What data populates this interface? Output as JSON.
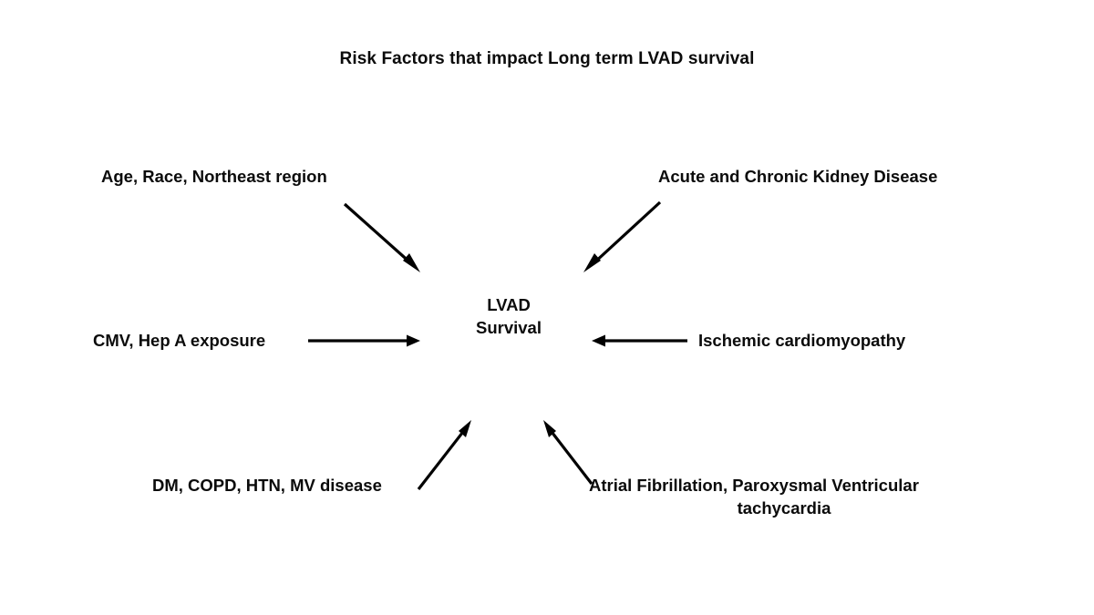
{
  "diagram": {
    "title": "Risk Factors that impact Long term LVAD survival",
    "center_node": {
      "line1": "LVAD",
      "line2": "Survival"
    },
    "factors": [
      {
        "id": "age-race",
        "label": "Age, Race, Northeast region",
        "position": "top-left"
      },
      {
        "id": "kidney",
        "label": "Acute and Chronic Kidney Disease",
        "position": "top-right"
      },
      {
        "id": "cmv",
        "label": "CMV, Hep A exposure",
        "position": "mid-left"
      },
      {
        "id": "ischemic",
        "label": "Ischemic cardiomyopathy",
        "position": "mid-right"
      },
      {
        "id": "dm",
        "label": "DM, COPD, HTN, MV disease",
        "position": "bottom-left"
      },
      {
        "id": "afib-line1",
        "label": "Atrial Fibrillation, Paroxysmal Ventricular",
        "position": "bottom-right"
      },
      {
        "id": "afib-line2",
        "label": "tachycardia",
        "position": "bottom-right"
      }
    ],
    "arrows": [
      {
        "id": "arrow-top-left",
        "from": "age-race",
        "to": "center",
        "direction": "down-right"
      },
      {
        "id": "arrow-top-right",
        "from": "kidney",
        "to": "center",
        "direction": "down-left"
      },
      {
        "id": "arrow-mid-left",
        "from": "cmv",
        "to": "center",
        "direction": "right"
      },
      {
        "id": "arrow-mid-right",
        "from": "ischemic",
        "to": "center",
        "direction": "left"
      },
      {
        "id": "arrow-bottom-left",
        "from": "dm",
        "to": "center",
        "direction": "up-right"
      },
      {
        "id": "arrow-bottom-right",
        "from": "afib",
        "to": "center",
        "direction": "up-left"
      }
    ],
    "colors": {
      "background": "#ffffff",
      "text": "#0b0b0b",
      "stroke": "#000000"
    }
  }
}
